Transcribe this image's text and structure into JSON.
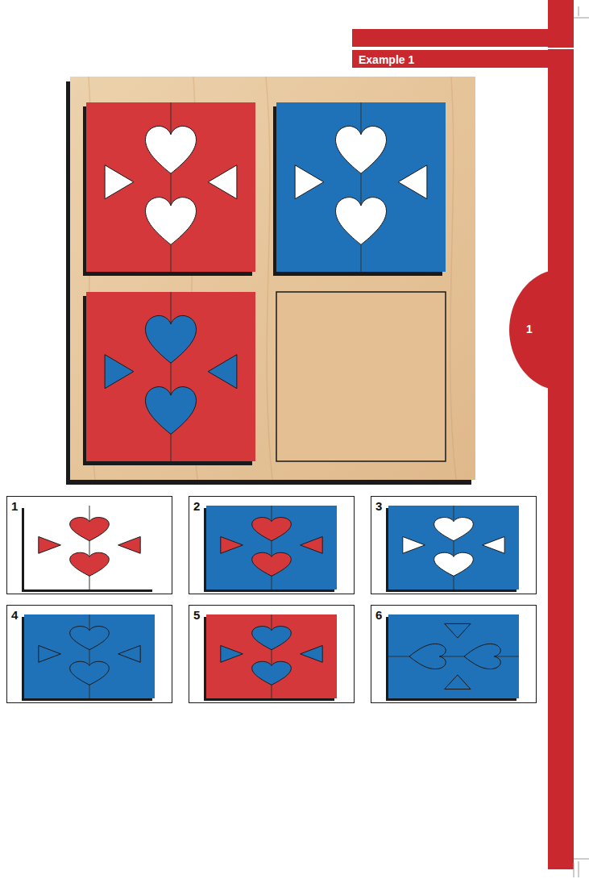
{
  "diagram": {
    "nodes": [
      {
        "text": [
          "Example 1"
        ]
      },
      {
        "text": [
          "1"
        ]
      },
      {
        "text": [
          "1"
        ]
      },
      {
        "text": [
          "2"
        ]
      },
      {
        "text": [
          "3"
        ]
      },
      {
        "text": [
          "4"
        ]
      },
      {
        "text": [
          "5"
        ]
      },
      {
        "text": [
          "6"
        ]
      }
    ]
  }
}
